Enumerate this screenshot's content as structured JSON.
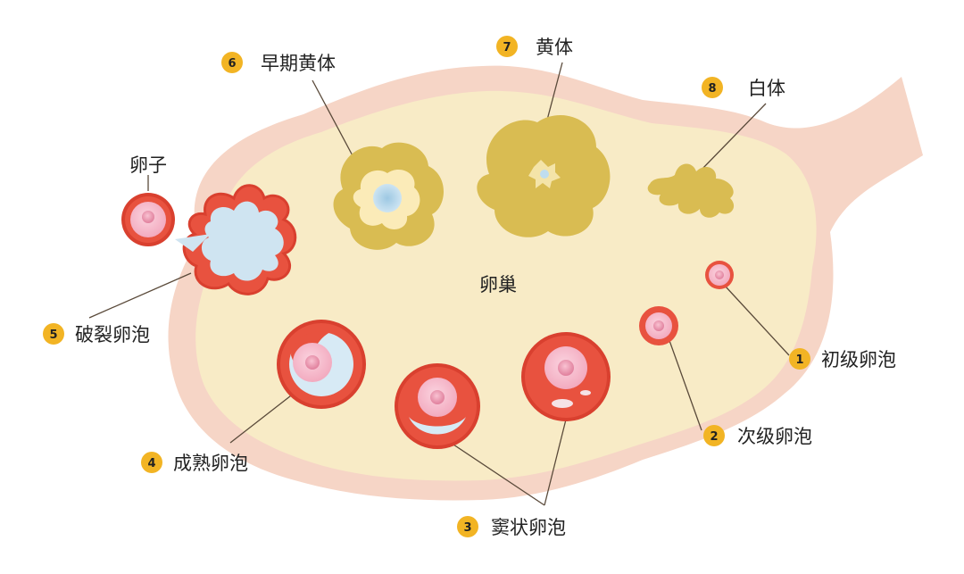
{
  "center_label": "卵巢",
  "egg_label": "卵子",
  "stages": [
    {
      "num": "1",
      "label": "初级卵泡"
    },
    {
      "num": "2",
      "label": "次级卵泡"
    },
    {
      "num": "3",
      "label": "窦状卵泡"
    },
    {
      "num": "4",
      "label": "成熟卵泡"
    },
    {
      "num": "5",
      "label": "破裂卵泡"
    },
    {
      "num": "6",
      "label": "早期黄体"
    },
    {
      "num": "7",
      "label": "黄体"
    },
    {
      "num": "8",
      "label": "白体"
    }
  ],
  "colors": {
    "badge": "#F2B424",
    "ovary_outer": "#F6D5C6",
    "ovary_inner": "#F8EBC6",
    "follicle_red": "#E8523F",
    "follicle_dot": "#D9402F",
    "oocyte_pink": "#F2A9BE",
    "fluid_blue": "#CFE4F1",
    "corpus_yellow": "#D9BC52"
  }
}
